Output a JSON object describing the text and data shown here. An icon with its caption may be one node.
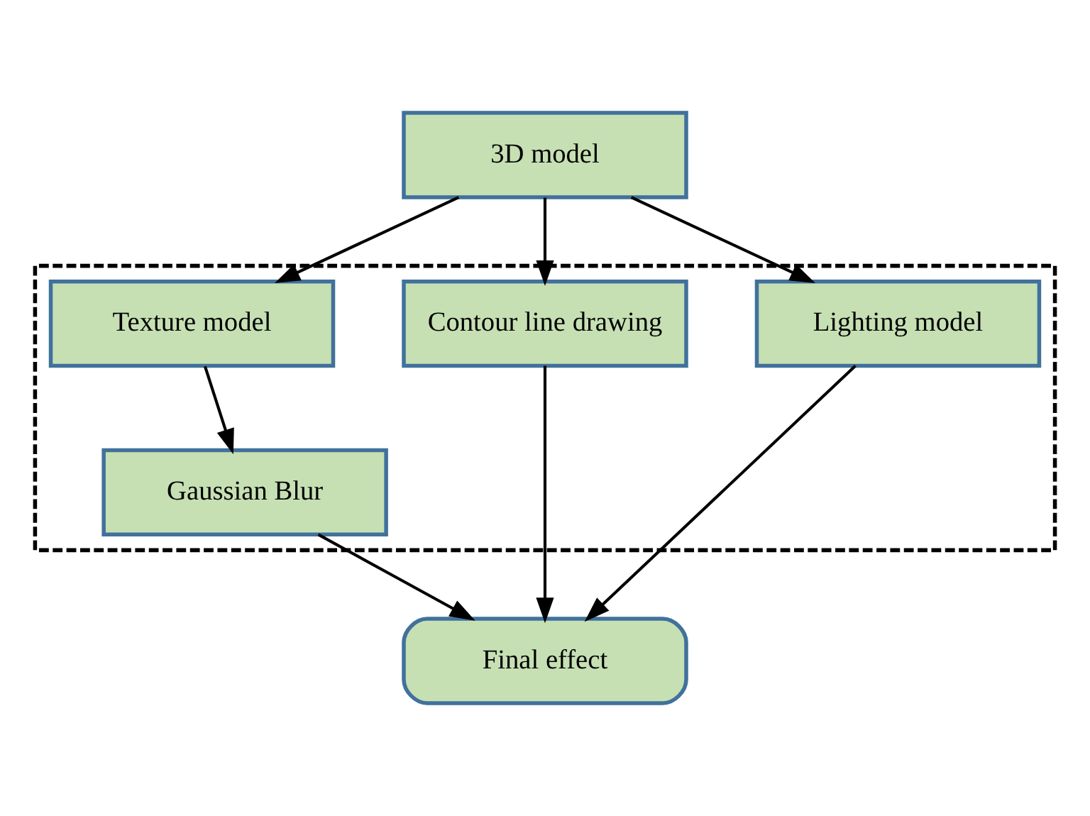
{
  "diagram": {
    "nodes": [
      {
        "text": [
          "3D model"
        ]
      },
      {
        "text": [],
        "shape": "box"
      },
      {
        "text": [
          "Contour line drawing"
        ],
        "in": 1
      },
      {
        "text": [
          "Lighting model"
        ],
        "in": 1
      },
      {
        "text": [
          "Texture model"
        ],
        "in": 1
      },
      {
        "text": [
          "Gaussian Blur"
        ],
        "in": 1
      },
      {
        "text": [
          "Final effect"
        ]
      }
    ],
    "edges": [
      {
        "from": 0,
        "to": 2,
        "arrow": "to"
      },
      {
        "from": 0,
        "to": 3,
        "arrow": "to"
      },
      {
        "from": 0,
        "to": 4,
        "arrow": "to"
      },
      {
        "from": 4,
        "to": 5,
        "arrow": "to"
      },
      {
        "from": 2,
        "to": 6,
        "arrow": "to"
      },
      {
        "from": 3,
        "to": 6,
        "arrow": "to"
      },
      {
        "from": 5,
        "to": 6,
        "arrow": "to"
      }
    ]
  }
}
